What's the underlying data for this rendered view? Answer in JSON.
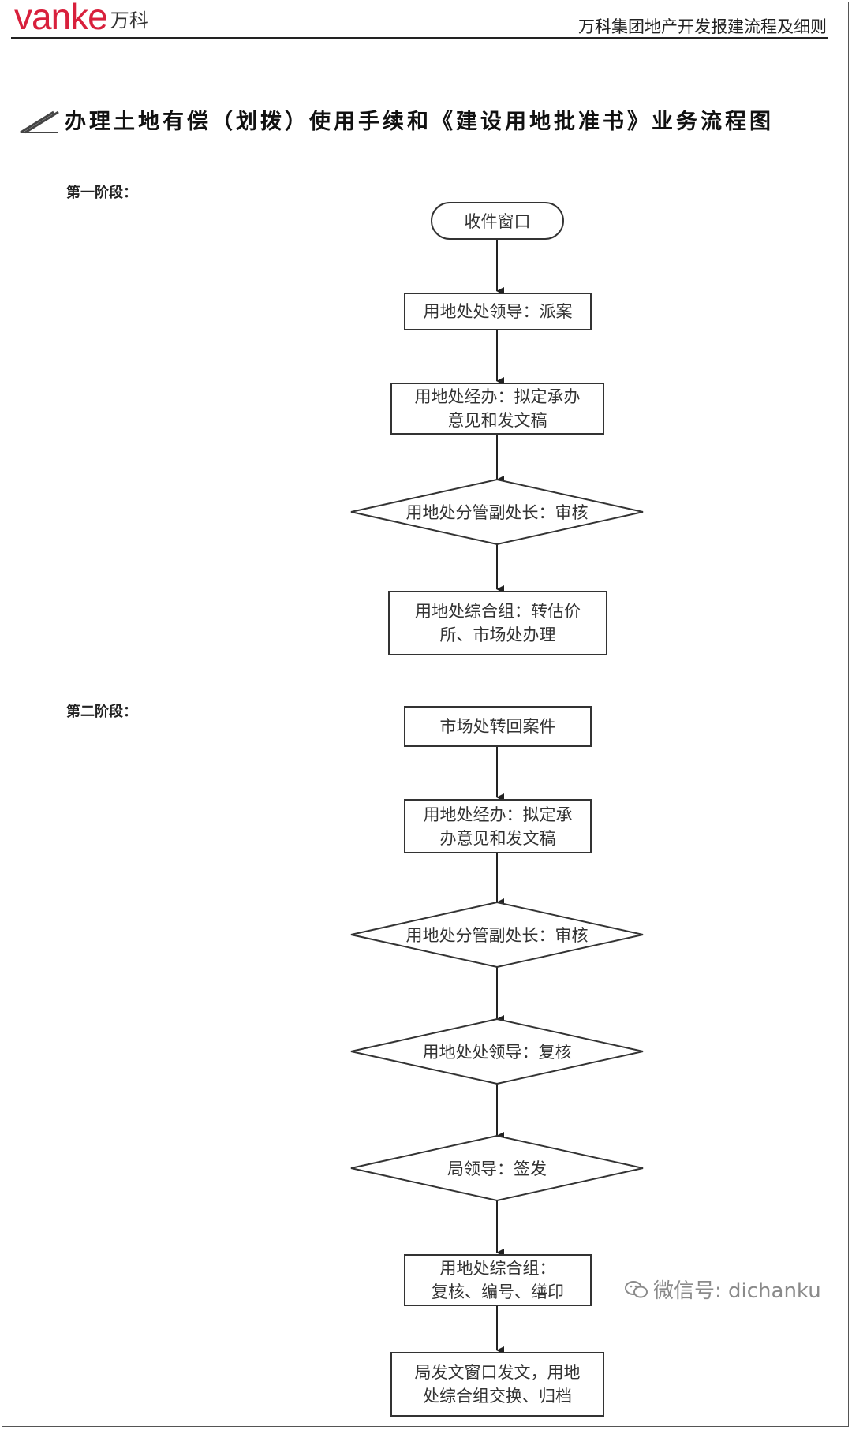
{
  "header": {
    "logo_text": "vanke",
    "logo_cn": "万科",
    "document_title": "万科集团地产开发报建流程及细则"
  },
  "title": "办理土地有偿（划拨）使用手续和《建设用地批准书》业务流程图",
  "stages": [
    {
      "label": "第一阶段："
    },
    {
      "label": "第二阶段："
    }
  ],
  "nodes": [
    {
      "id": "n1",
      "type": "terminal",
      "text": "收件窗口"
    },
    {
      "id": "n2",
      "type": "process",
      "text": "用地处处领导：派案"
    },
    {
      "id": "n3",
      "type": "process",
      "lines": [
        "用地处经办：拟定承办",
        "意见和发文稿"
      ]
    },
    {
      "id": "n4",
      "type": "decision",
      "text": "用地处分管副处长：审核"
    },
    {
      "id": "n5",
      "type": "process",
      "lines": [
        "用地处综合组：转估价",
        "所、市场处办理"
      ]
    },
    {
      "id": "n6",
      "type": "process",
      "text": "市场处转回案件"
    },
    {
      "id": "n7",
      "type": "process",
      "lines": [
        "用地处经办：拟定承",
        "办意见和发文稿"
      ]
    },
    {
      "id": "n8",
      "type": "decision",
      "text": "用地处分管副处长：审核"
    },
    {
      "id": "n9",
      "type": "decision",
      "text": "用地处处领导：复核"
    },
    {
      "id": "n10",
      "type": "decision",
      "text": "局领导：签发"
    },
    {
      "id": "n11",
      "type": "process",
      "lines": [
        "用地处综合组：",
        "复核、编号、缮印"
      ]
    },
    {
      "id": "n12",
      "type": "process",
      "lines": [
        "局发文窗口发文，用地",
        "处综合组交换、归档"
      ]
    }
  ],
  "watermark": "微信号: dichanku"
}
